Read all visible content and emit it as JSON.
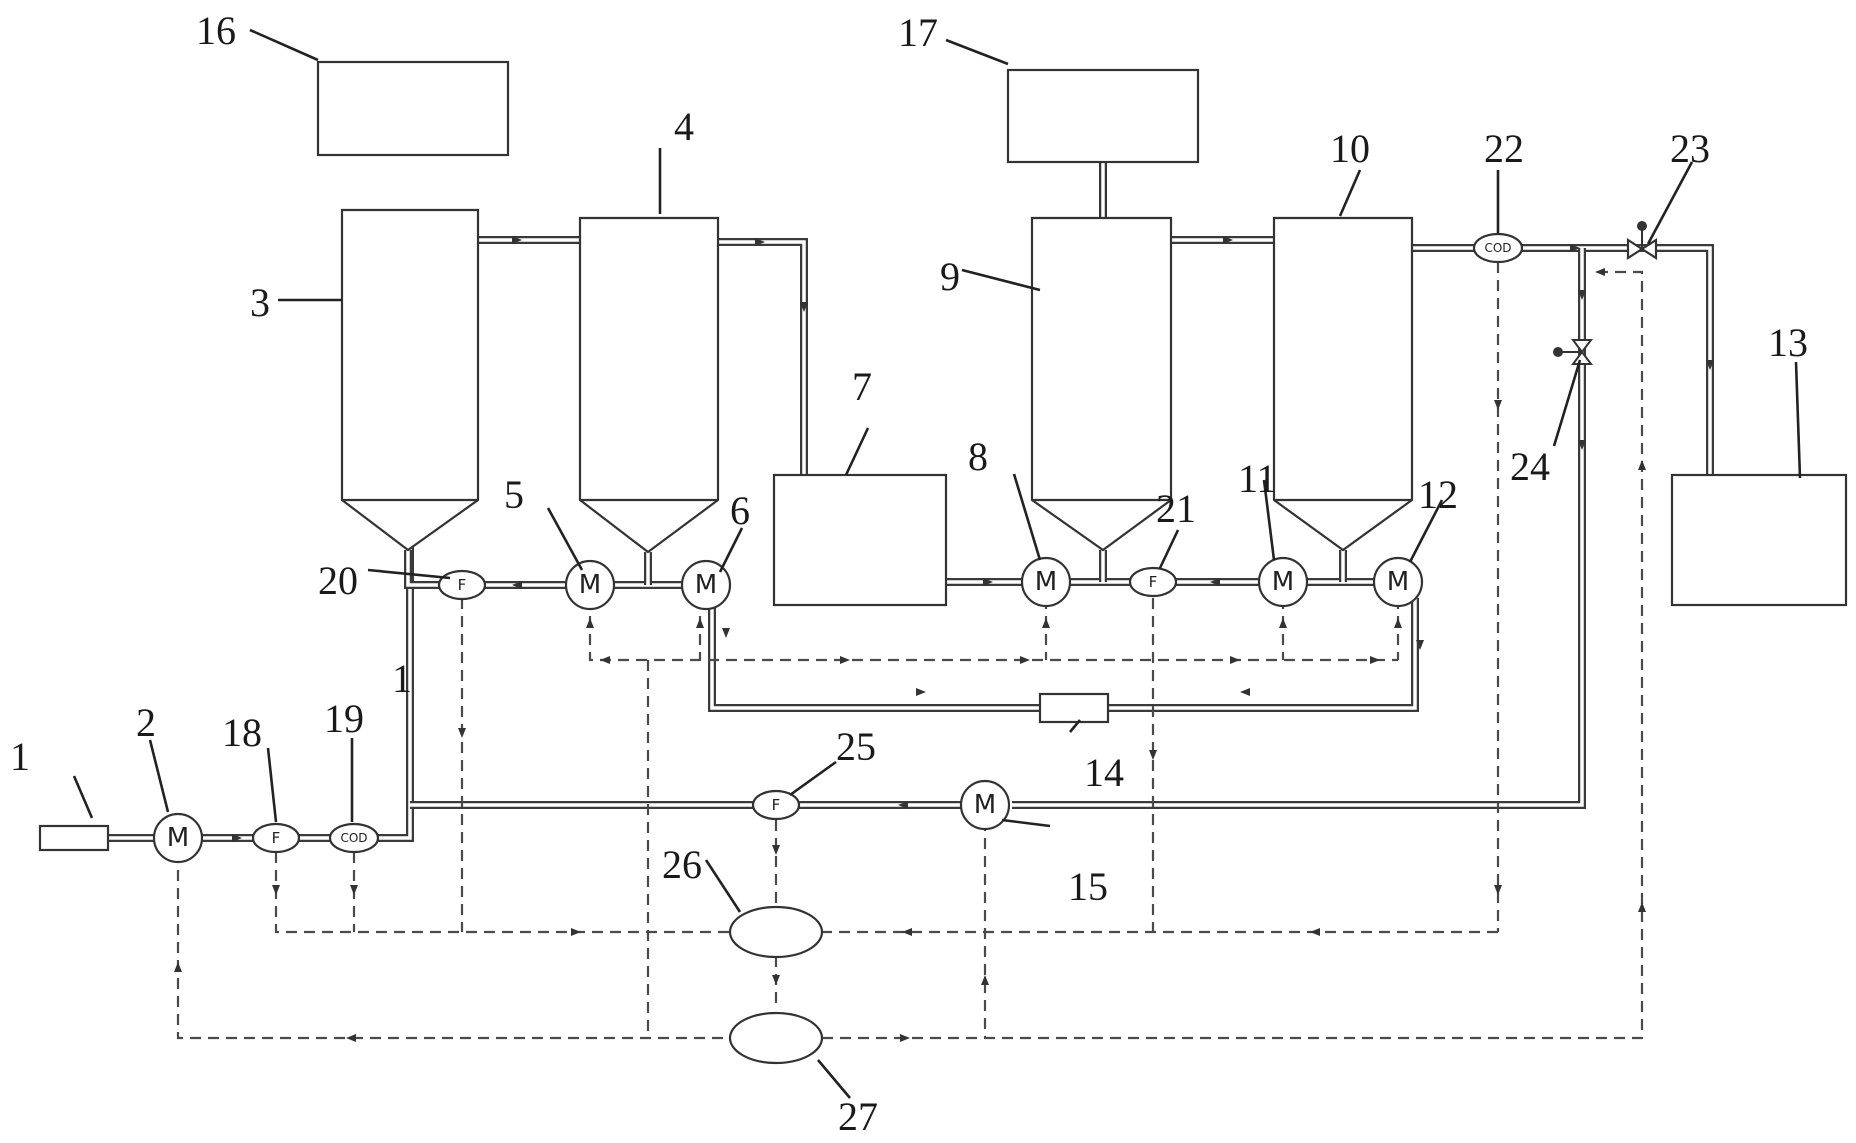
{
  "labels": {
    "n1": "1",
    "n2": "2",
    "n3": "3",
    "n4": "4",
    "n5": "5",
    "n6": "6",
    "n7": "7",
    "n8": "8",
    "n9": "9",
    "n10": "10",
    "n11": "11",
    "n12": "12",
    "n13": "13",
    "n14": "14",
    "n15": "15",
    "n16": "16",
    "n17": "17",
    "n18": "18",
    "n19": "19",
    "n20": "20",
    "n21": "21",
    "n22": "22",
    "n23": "23",
    "n24": "24",
    "n25": "25",
    "n26": "26",
    "n27": "27",
    "nline": "1"
  },
  "device_marks": {
    "pump": "M",
    "flow_meter": "F",
    "cod_meter": "COD"
  }
}
